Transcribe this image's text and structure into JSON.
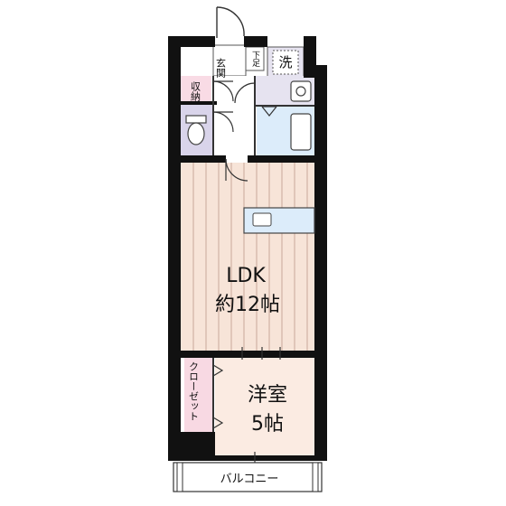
{
  "floor_plan": {
    "rooms": {
      "ldk_name": "LDK",
      "ldk_size": "約12帖",
      "western_name": "洋室",
      "western_size": "5帖",
      "entrance": "玄関",
      "shoe_box": "下足",
      "laundry": "洗",
      "storage": "収納",
      "closet": "クローゼット",
      "balcony": "バルコニー"
    },
    "colors": {
      "wall": "#111111",
      "ldk_floor": "#f7e4d8",
      "ldk_floor_lines": "#c9a89a",
      "western_floor": "#fbebe2",
      "closet_floor": "#f8d9e3",
      "wet_area": "#dcecfa",
      "toilet_area": "#d9d4ea",
      "laundry_area": "#e6e3f0",
      "door_line": "#333333"
    }
  }
}
